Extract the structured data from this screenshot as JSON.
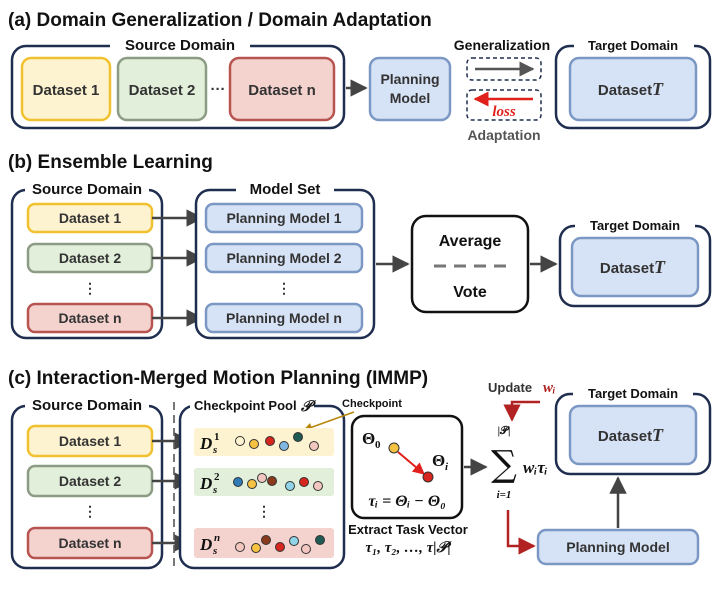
{
  "panel_a": {
    "title": "(a) Domain Generalization / Domain Adaptation",
    "source_label": "Source Domain",
    "datasets": [
      "Dataset 1",
      "Dataset 2",
      "Dataset n"
    ],
    "ellipsis": "···",
    "model_line1": "Planning",
    "model_line2": "Model",
    "generalization": "Generalization",
    "loss": "loss",
    "adaptation": "Adaptation",
    "target_label": "Target Domain",
    "target_dataset": "Dataset",
    "target_symbol": "T"
  },
  "panel_b": {
    "title": "(b) Ensemble Learning",
    "source_label": "Source Domain",
    "datasets": [
      "Dataset 1",
      "Dataset 2",
      "⋮",
      "Dataset n"
    ],
    "model_set_label": "Model Set",
    "models": [
      "Planning Model 1",
      "Planning Model 2",
      "⋮",
      "Planning Model n"
    ],
    "average": "Average",
    "vote": "Vote",
    "target_label": "Target Domain",
    "target_dataset": "Dataset",
    "target_symbol": "T"
  },
  "panel_c": {
    "title": "(c) Interaction-Merged Motion Planning (IMMP)",
    "source_label": "Source Domain",
    "datasets": [
      "Dataset 1",
      "Dataset 2",
      "⋮",
      "Dataset n"
    ],
    "pool_label": "Checkpoint Pool",
    "pool_symbol": "𝒫",
    "checkpoint_label": "Checkpoint",
    "pool_rows": [
      {
        "base": "D",
        "sub": "s",
        "sup": "1"
      },
      {
        "base": "D",
        "sub": "s",
        "sup": "2"
      },
      {
        "base": "D",
        "sub": "s",
        "sup": "n"
      }
    ],
    "pool_ellipsis": "⋮",
    "theta0": "Θ",
    "theta0_sub": "0",
    "thetai": "Θ",
    "thetai_sub": "i",
    "task_vector_eq": "τᵢ = Θᵢ − Θ₀",
    "extract_label": "Extract Task Vector",
    "task_vector_list": "τ₁, τ₂, …, τ|𝒫|",
    "update_label": "Update",
    "update_symbol": "wᵢ",
    "sum_top": "|𝒫|",
    "sum_sign": "∑",
    "sum_bottom": "i=1",
    "sum_term": "wᵢτᵢ",
    "target_label": "Target Domain",
    "target_dataset": "Dataset",
    "target_symbol": "T",
    "planning_model": "Planning Model"
  },
  "colors": {
    "yellow_fill": "#fdf3d0",
    "yellow_stroke": "#f2c12e",
    "green_fill": "#e2efda",
    "green_stroke": "#8c9c84",
    "red_fill": "#f4d3cf",
    "red_stroke": "#b85450",
    "blue_fill": "#d6e2f5",
    "blue_stroke": "#7b97c4",
    "navy": "#1f2d4f",
    "arrow": "#444444",
    "loss_red": "#e0201b",
    "update_red": "#b22222"
  }
}
